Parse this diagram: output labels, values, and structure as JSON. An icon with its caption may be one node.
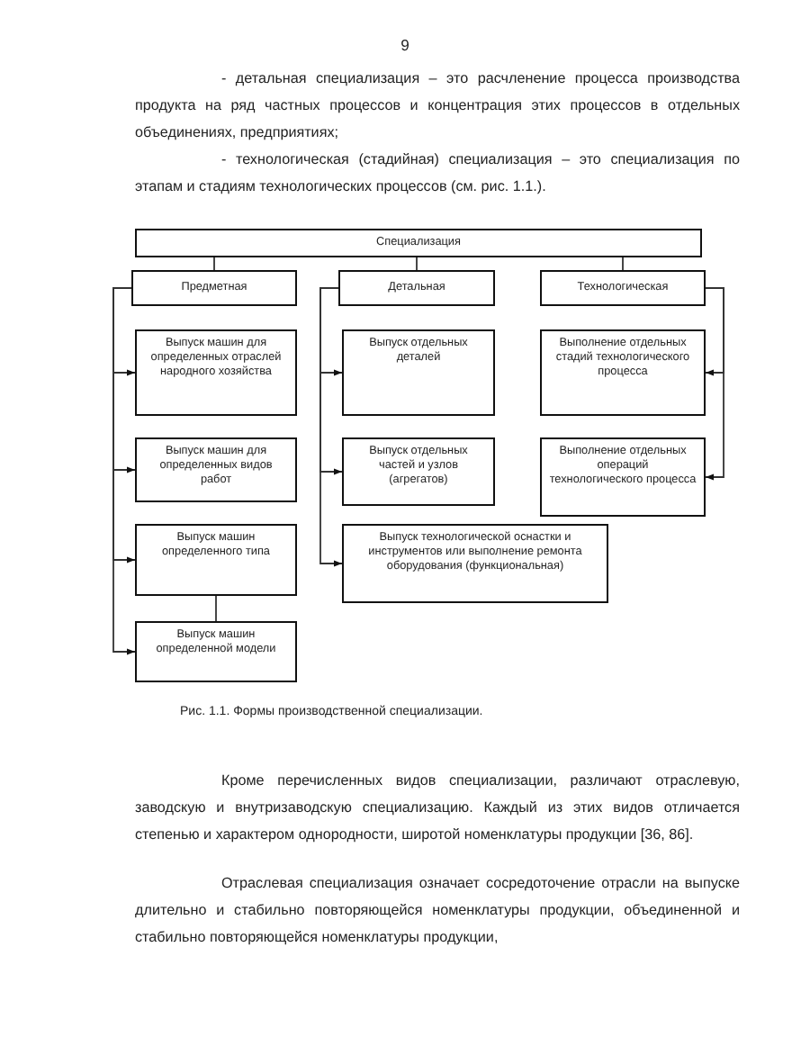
{
  "diagram": {
    "caption": "Рис. 1.1. Формы производственной специализации.",
    "nodes": [
      {
        "text": [
          "Специализация"
        ]
      },
      {
        "text": [
          "Предметная"
        ]
      },
      {
        "text": [
          "Детальная"
        ]
      },
      {
        "text": [
          "Технологическая"
        ]
      },
      {
        "text": [
          "Выпуск машин для определенных отраслей народного хозяйства"
        ]
      },
      {
        "text": [
          "Выпуск машин для определенных видов работ"
        ]
      },
      {
        "text": [
          "Выпуск машин определенного типа"
        ]
      },
      {
        "text": [
          "Выпуск машин определенной модели"
        ]
      },
      {
        "text": [
          "Выпуск отдельных деталей"
        ]
      },
      {
        "text": [
          "Выпуск отдельных частей и узлов (агрегатов)"
        ]
      },
      {
        "text": [
          "Выпуск технологической оснастки и инструментов или выполнение ремонта оборудования (функциональная)"
        ]
      },
      {
        "text": [
          "Выполнение отдельных стадий технологического процесса"
        ]
      },
      {
        "text": [
          "Выполнение отдельных операций технологического процесса"
        ]
      }
    ],
    "edges": [
      {
        "from": 0,
        "to": 1,
        "arrow": "none"
      },
      {
        "from": 0,
        "to": 2,
        "arrow": "none"
      },
      {
        "from": 0,
        "to": 3,
        "arrow": "none"
      },
      {
        "from": 1,
        "to": 4,
        "arrow": "to"
      },
      {
        "from": 1,
        "to": 5,
        "arrow": "to"
      },
      {
        "from": 1,
        "to": 6,
        "arrow": "to"
      },
      {
        "from": 1,
        "to": 7,
        "arrow": "to"
      },
      {
        "from": 6,
        "to": 7,
        "arrow": "none"
      },
      {
        "from": 2,
        "to": 8,
        "arrow": "to"
      },
      {
        "from": 2,
        "to": 9,
        "arrow": "to"
      },
      {
        "from": 2,
        "to": 10,
        "arrow": "to"
      },
      {
        "from": 3,
        "to": 11,
        "arrow": "to"
      },
      {
        "from": 3,
        "to": 12,
        "arrow": "to"
      }
    ],
    "labels": [
      "9",
      "- детальная специализация – это расчленение процесса производства продукта на ряд частных процессов и концентрация этих процессов в отдельных объединениях, предприятиях;",
      "- технологическая (стадийная) специализация – это специализация по этапам и стадиям технологических процессов (см. рис. 1.1.).",
      "Кроме перечисленных видов специализации, различают отраслевую, заводскую и внутризаводскую специализацию. Каждый из этих видов отличается степенью и характером однородности, широтой номенклатуры продукции [36, 86].",
      "Отраслевая специализация означает сосредоточение отрасли на выпуске длительно и стабильно повторяющейся номенклатуры продукции, объединенной и стабильно повторяющейся номенклатуры продукции,"
    ]
  }
}
